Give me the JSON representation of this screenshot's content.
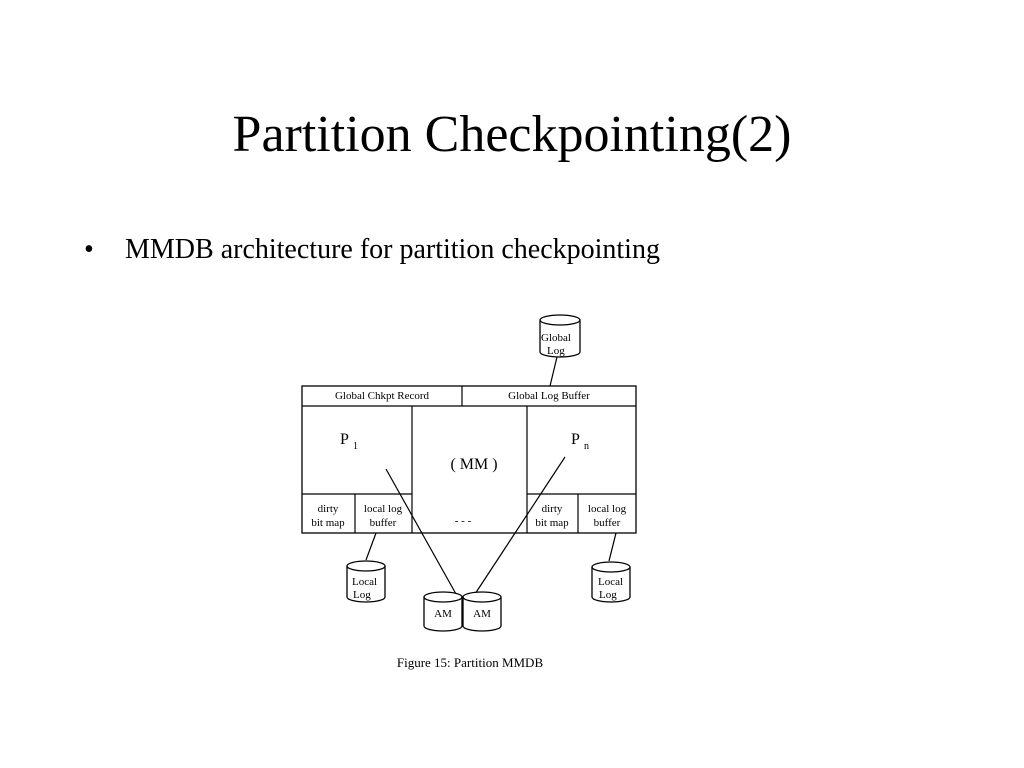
{
  "slide": {
    "title": "Partition Checkpointing(2)",
    "bullet": "MMDB architecture for partition checkpointing"
  },
  "diagram": {
    "global_log": [
      "Global",
      "Log"
    ],
    "header": {
      "left": "Global Chkpt Record",
      "right": "Global Log Buffer"
    },
    "p1": {
      "letter": "P",
      "sub": "1"
    },
    "pn": {
      "letter": "P",
      "sub": "n"
    },
    "mm": "( MM )",
    "ellipsis": "- - -",
    "cells": {
      "dirty_left": [
        "dirty",
        "bit map"
      ],
      "local_log_left": [
        "local log",
        "buffer"
      ],
      "dirty_right": [
        "dirty",
        "bit map"
      ],
      "local_log_right": [
        "local log",
        "buffer"
      ]
    },
    "local_log_left": [
      "Local",
      "Log"
    ],
    "local_log_right": [
      "Local",
      "Log"
    ],
    "am_left": "AM",
    "am_right": "AM",
    "caption": "Figure 15: Partition MMDB"
  }
}
